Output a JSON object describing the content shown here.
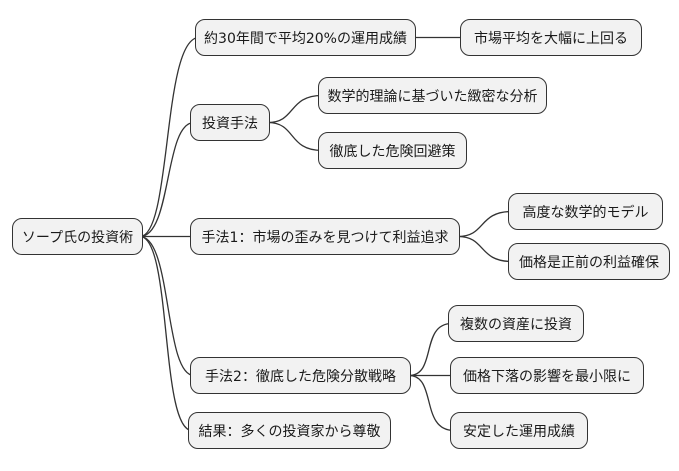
{
  "colors": {
    "background": "#ffffff",
    "node_fill": "#f2f2f2",
    "node_border": "#333333",
    "connector": "#333333"
  },
  "mindmap": {
    "type": "mindmap-diagram",
    "root": {
      "label": "ソープ氏の投資術"
    },
    "branches": [
      {
        "label": "約30年間で平均20%の運用成績",
        "children": [
          {
            "label": "市場平均を大幅に上回る"
          }
        ]
      },
      {
        "label": "投資手法",
        "children": [
          {
            "label": "数学的理論に基づいた緻密な分析"
          },
          {
            "label": "徹底した危険回避策"
          }
        ]
      },
      {
        "label": "手法1：市場の歪みを見つけて利益追求",
        "children": [
          {
            "label": "高度な数学的モデル"
          },
          {
            "label": "価格是正前の利益確保"
          }
        ]
      },
      {
        "label": "手法2：徹底した危険分散戦略",
        "children": [
          {
            "label": "複数の資産に投資"
          },
          {
            "label": "価格下落の影響を最小限に"
          },
          {
            "label": "安定した運用成績"
          }
        ]
      },
      {
        "label": "結果：多くの投資家から尊敬",
        "children": []
      }
    ]
  }
}
